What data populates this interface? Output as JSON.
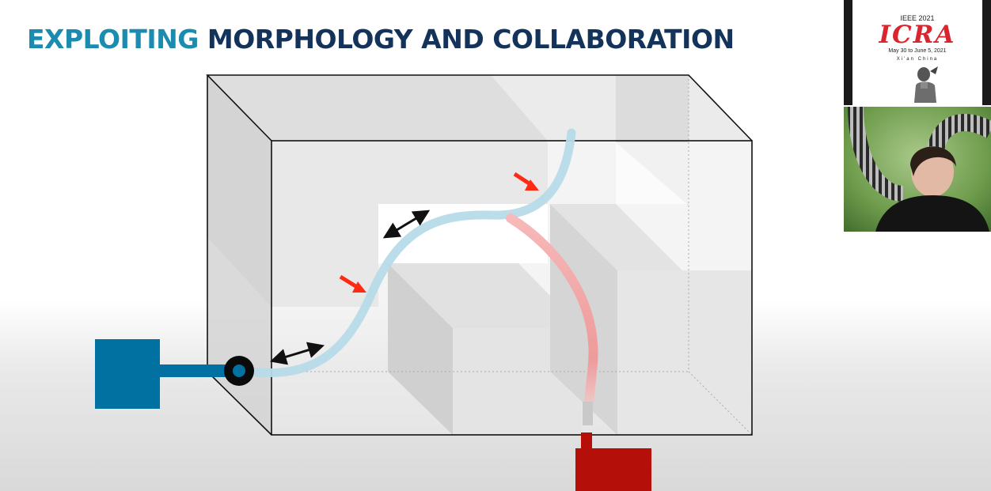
{
  "slide": {
    "title_highlight": "EXPLOITING",
    "title_rest": "MORPHOLOGY AND COLLABORATION"
  },
  "logo": {
    "org": "IEEE 2021",
    "acronym": "ICRA",
    "dates": "May 30 to June 5, 2021",
    "city": "Xi'an China"
  },
  "colors": {
    "title_accent": "#1b8bb0",
    "title_main": "#14335a",
    "blue_robot": "#0071a0",
    "red_robot": "#b50f0a",
    "blue_path": "#b6dbe8",
    "red_path": "#f1a0a0",
    "arrow_red": "#ff2a12"
  },
  "icons": [
    "double-arrow-icon",
    "red-pointer-arrow-icon",
    "warrior-statue-icon"
  ]
}
